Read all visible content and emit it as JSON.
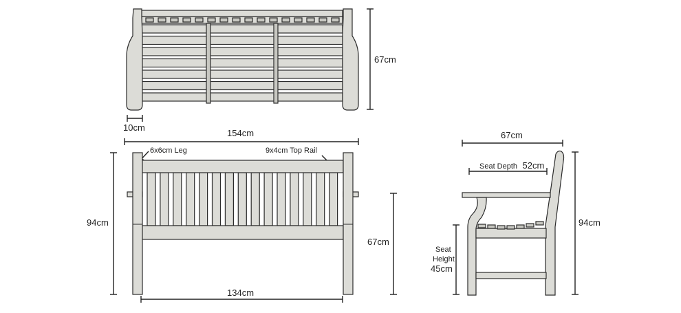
{
  "colors": {
    "wood_fill": "#dcdcd7",
    "wood_dark": "#c8c8c2",
    "outline": "#2b2b2b",
    "dimension_line": "#222222"
  },
  "top_view": {
    "depth_label": "67cm",
    "arm_width_label": "10cm"
  },
  "front_view": {
    "overall_width_label": "154cm",
    "inner_width_label": "134cm",
    "height_label": "94cm",
    "arm_height_label": "67cm",
    "leg_callout": "6x6cm Leg",
    "rail_callout": "9x4cm Top Rail"
  },
  "side_view": {
    "depth_label": "67cm",
    "seat_depth_prefix": "Seat Depth",
    "seat_depth_value": "52cm",
    "height_label": "94cm",
    "seat_height_line1": "Seat",
    "seat_height_line2": "Height",
    "seat_height_value": "45cm"
  }
}
